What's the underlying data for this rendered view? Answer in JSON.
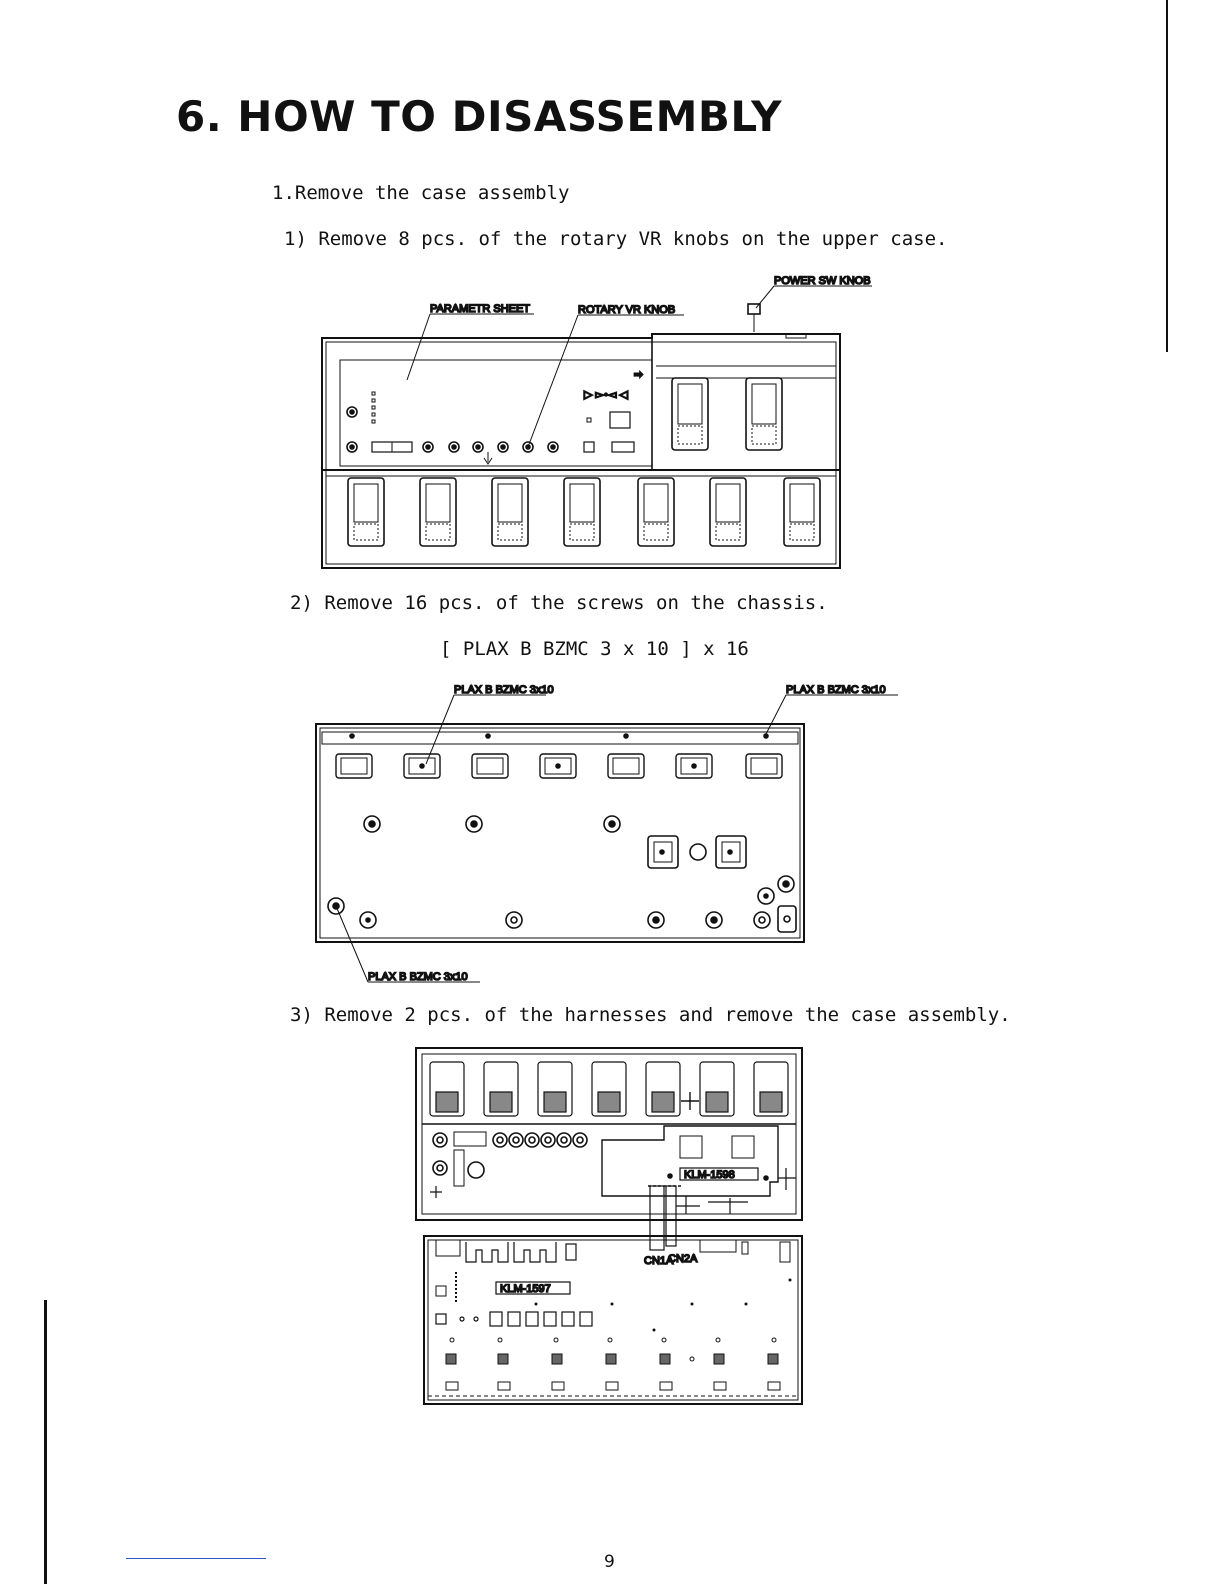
{
  "title": "6. HOW TO DISASSEMBLY",
  "section": "1.Remove the case assembly",
  "steps": [
    "1) Remove 8 pcs. of the rotary VR knobs on the upper case.",
    "2) Remove 16 pcs. of the screws on the chassis.",
    "3) Remove 2 pcs. of the harnesses and remove the case assembly."
  ],
  "screw_spec": "[ PLAX B BZMC 3 x 10 ] x 16",
  "figure1_labels": {
    "power_sw_knob": "POWER SW KNOB",
    "parametr_sheet": "PARAMETR SHEET",
    "rotary_vr_knob": "ROTARY VR KNOB"
  },
  "figure2_labels": {
    "screw_top_left": "PLAX B BZMC 3x10",
    "screw_top_right": "PLAX B BZMC 3x10",
    "screw_bottom_left": "PLAX B BZMC 3x10"
  },
  "figure3_labels": {
    "board_upper": "KLM-1598",
    "board_lower": "KLM-1597",
    "connector_1": "CN1A",
    "connector_2": "CN2A"
  },
  "page_number": "9"
}
